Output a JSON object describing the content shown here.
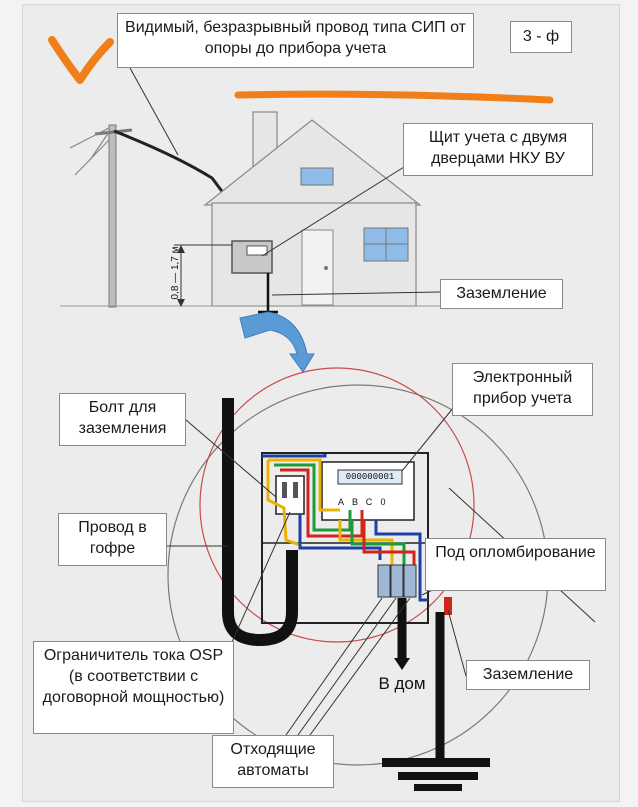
{
  "labels": {
    "sip_wire": "Видимый, безразрывный провод типа СИП от опоры до прибора учета",
    "phase": "3 - ф",
    "meter_box": "Щит учета с двумя дверцами НКУ ВУ",
    "grounding_top": "Заземление",
    "height": "0,8 — 1,7 м",
    "electronic_meter": "Электронный прибор учета",
    "ground_bolt": "Болт для заземления",
    "corrugated_wire": "Провод в гофре",
    "sealing": "Под опломбирование",
    "limiter": "Ограничитель тока OSP (в соответствии с договорной мощностью)",
    "grounding_bottom": "Заземление",
    "to_house": "В дом",
    "outgoing_breakers": "Отходящие автоматы",
    "meter_display": "000000001",
    "terminals": [
      "A",
      "B",
      "C",
      "0"
    ]
  },
  "colors": {
    "annotation": "#f07f1a",
    "house_fill": "#e6e6e6",
    "window": "#8fbbe8",
    "arrow": "#5b9bd5",
    "phase_a": "#e8b400",
    "phase_b": "#1f9a3a",
    "phase_c": "#d0251b",
    "neutral": "#1b3fa8",
    "cable": "#111111"
  }
}
